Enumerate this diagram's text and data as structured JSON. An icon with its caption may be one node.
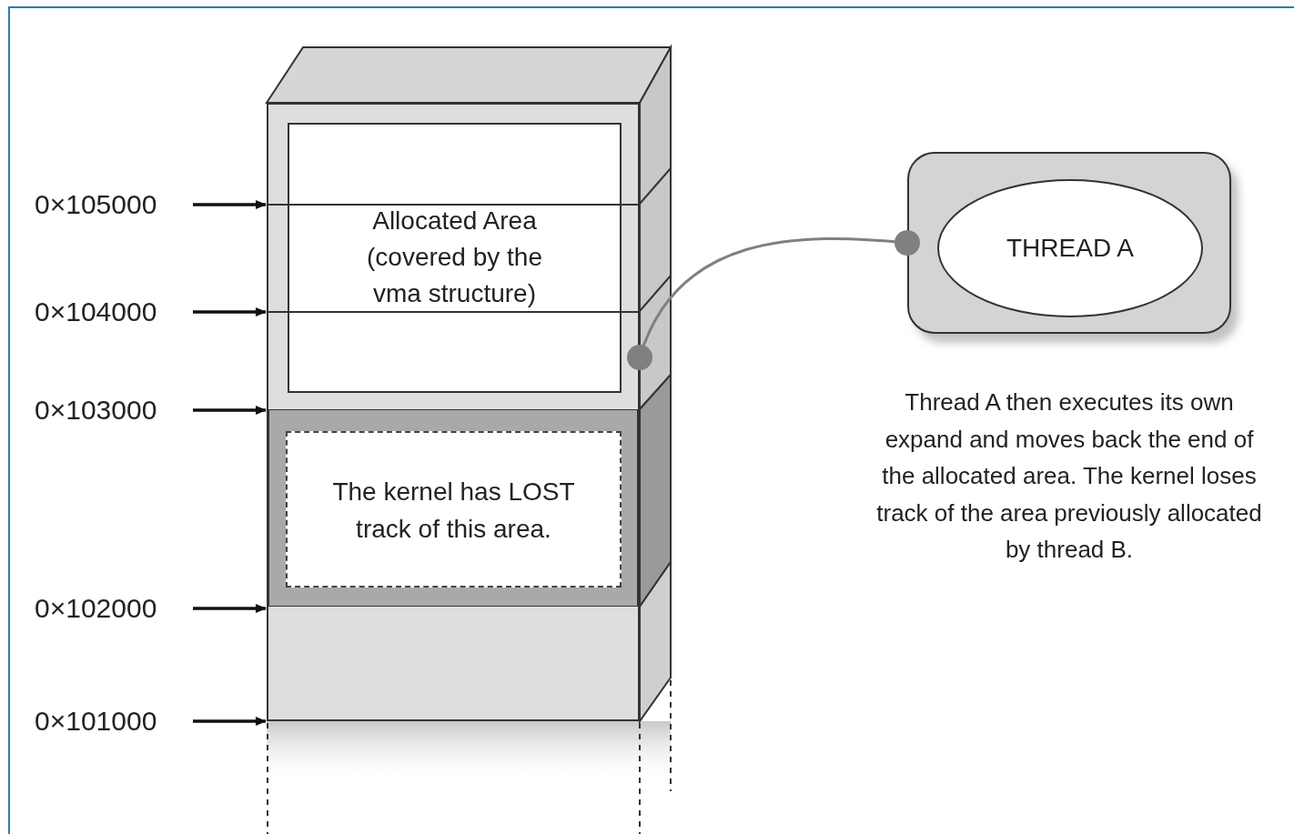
{
  "diagram": {
    "nodes": [
      {
        "text": [],
        "shape": "box"
      },
      {
        "text": [
          "Allocated Area (covered by the vma structure)"
        ],
        "in": 0
      },
      {
        "text": [
          "The kernel has LOST track of this area."
        ],
        "in": 0
      },
      {
        "text": [],
        "shape": "box",
        "beside": [
          "Thread A then executes its own expand and moves back the end of the allocated area. The kernel loses track of the area previously allocated by thread B."
        ]
      },
      {
        "text": [
          "THREAD A"
        ],
        "in": 3
      },
      {
        "text": [
          "0×105000"
        ]
      },
      {
        "text": [
          "0×104000"
        ]
      },
      {
        "text": [
          "0×103000"
        ]
      },
      {
        "text": [
          "0×102000"
        ]
      },
      {
        "text": [
          "0×101000"
        ]
      }
    ],
    "edges": [
      {
        "from": 3,
        "to": 0,
        "arrow": "other",
        "color": "#808080"
      },
      {
        "from": 5,
        "to": 0,
        "arrow": "to"
      },
      {
        "from": 6,
        "to": 0,
        "arrow": "to"
      },
      {
        "from": 7,
        "to": 0,
        "arrow": "to"
      },
      {
        "from": 8,
        "to": 0,
        "arrow": "to"
      },
      {
        "from": 9,
        "to": 0,
        "arrow": "to"
      }
    ]
  }
}
